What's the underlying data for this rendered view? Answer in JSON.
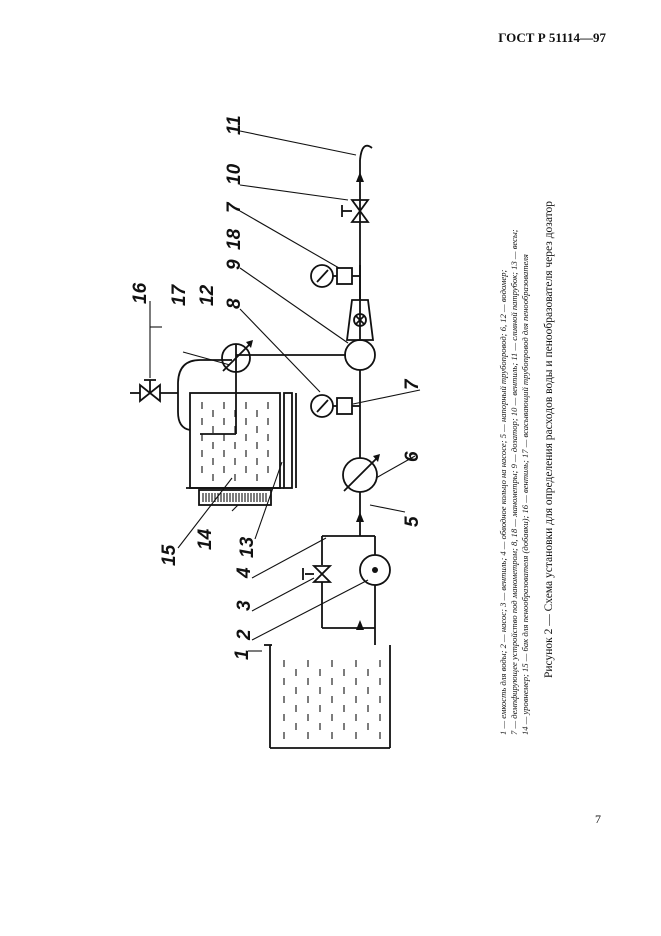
{
  "header": {
    "standard": "ГОСТ Р 51114—97"
  },
  "page_number": "7",
  "figure": {
    "caption": "Рисунок 2 — Схема установки для определения расходов воды и пенообразователя через дозатор",
    "legend": [
      "1 — емкость для воды; 2 — насос; 3 — вентиль; 4 — обводное кольцо на насосе; 5 — напорный трубопровод; 6, 12 — водомер;",
      "7 — демпфирующее устройство под манометром; 8, 18 — манометры; 9 — дозатор; 10 — вентиль; 11 — сливной патрубок; 13 — весы;",
      "14 — уровнемер; 15 — бак для пенообразователя (добавки); 16 — вентиль; 17 — всасывающий трубопровод для пенообразователя"
    ],
    "callouts": {
      "c1": "1",
      "c2": "2",
      "c3": "3",
      "c4": "4",
      "c5": "5",
      "c6": "6",
      "c7a": "7",
      "c7b": "7",
      "c8": "8",
      "c9": "9",
      "c10": "10",
      "c11": "11",
      "c12": "12",
      "c13": "13",
      "c14": "14",
      "c15": "15",
      "c16": "16",
      "c17": "17",
      "c18": "18"
    }
  }
}
